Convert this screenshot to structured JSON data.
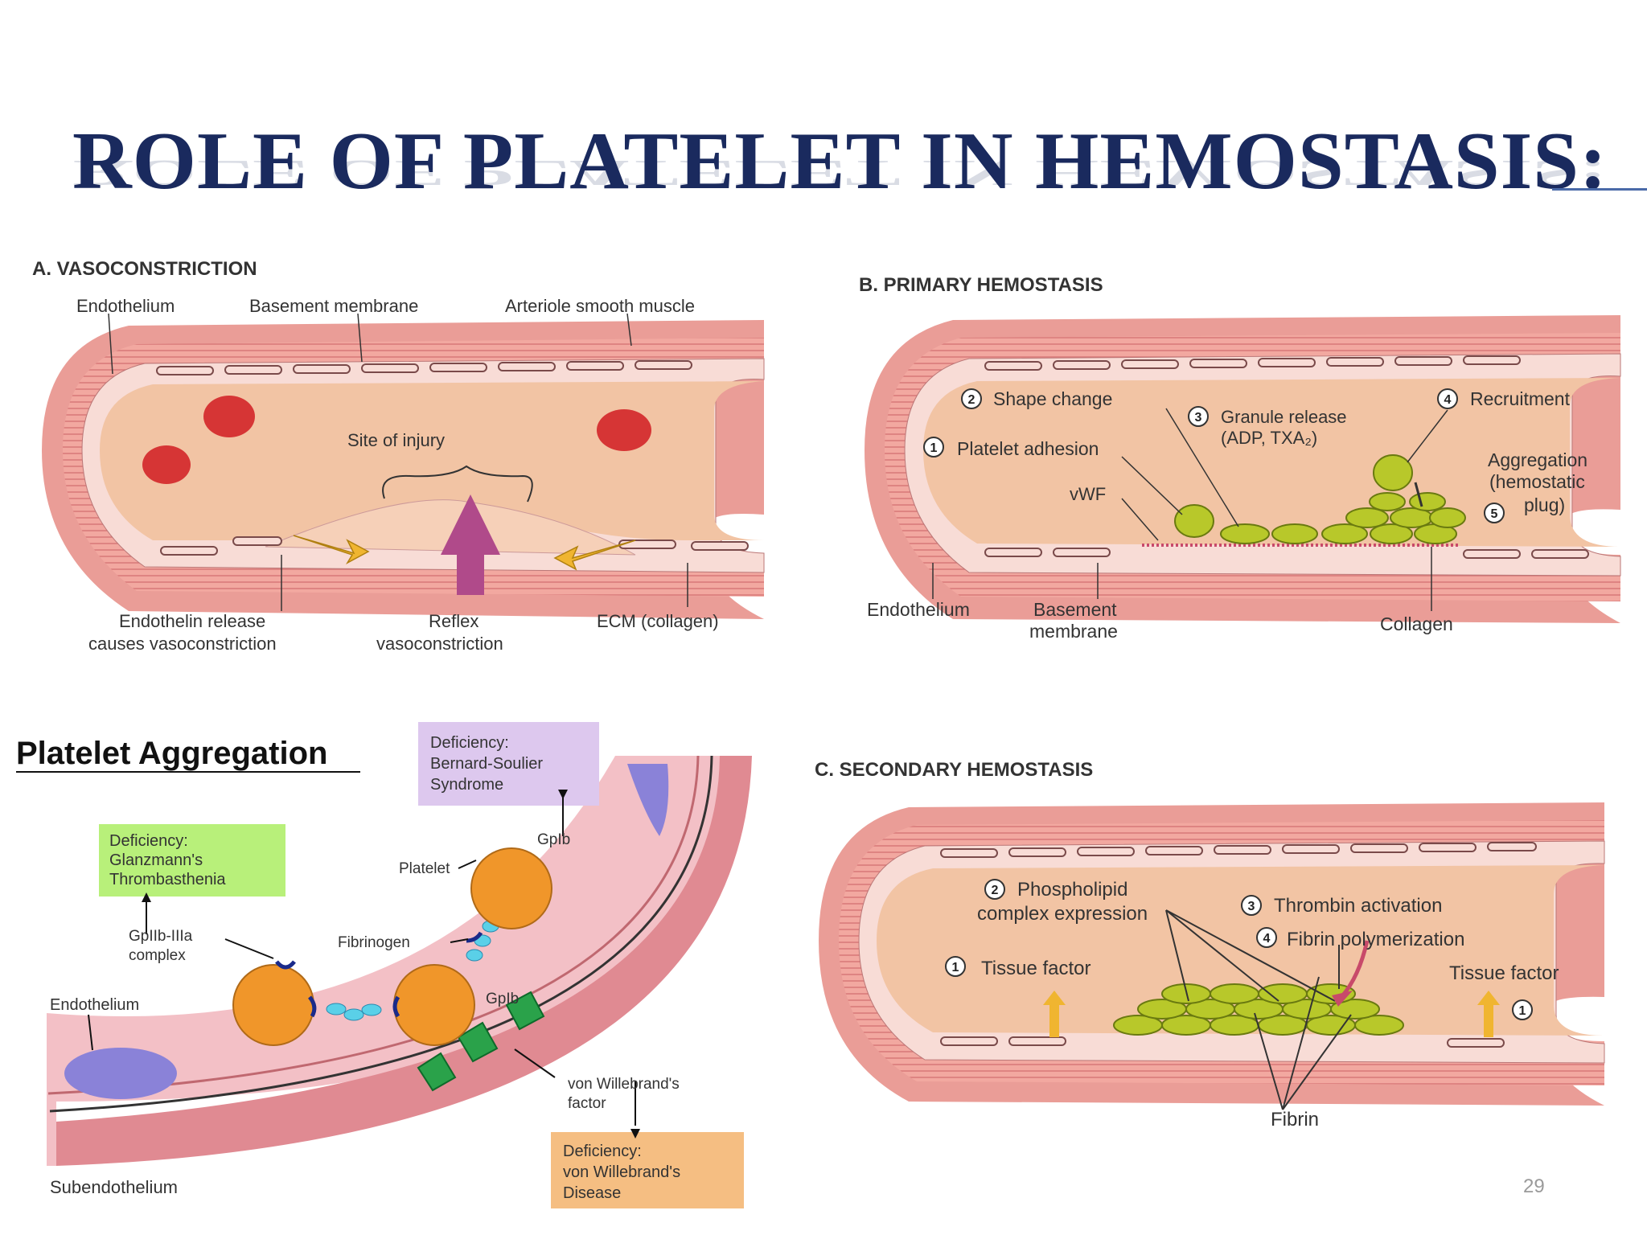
{
  "slide": {
    "title": "ROLE OF PLATELET IN HEMOSTASIS:",
    "page_number": "29"
  },
  "panel_a": {
    "heading": "A. VASOCONSTRICTION",
    "labels": {
      "endothelium": "Endothelium",
      "basement": "Basement membrane",
      "smooth_muscle": "Arteriole smooth muscle",
      "site": "Site of injury",
      "endothelin_1": "Endothelin release",
      "endothelin_2": "causes vasoconstriction",
      "reflex_1": "Reflex",
      "reflex_2": "vasoconstriction",
      "ecm": "ECM (collagen)"
    }
  },
  "panel_b": {
    "heading": "B. PRIMARY HEMOSTASIS",
    "steps": {
      "s1": "Platelet adhesion",
      "s2": "Shape change",
      "s3a": "Granule release",
      "s3b": "(ADP, TXA₂)",
      "s4": "Recruitment",
      "s5a": "Aggregation",
      "s5b": "(hemostatic",
      "s5c": "plug)"
    },
    "labels": {
      "vwf": "vWF",
      "endothelium": "Endothelium",
      "basement_1": "Basement",
      "basement_2": "membrane",
      "collagen": "Collagen"
    }
  },
  "panel_c": {
    "heading": "C. SECONDARY HEMOSTASIS",
    "steps": {
      "s1": "Tissue factor",
      "s2a": "Phospholipid",
      "s2b": "complex expression",
      "s3": "Thrombin activation",
      "s4": "Fibrin polymerization",
      "s1_right": "Tissue factor"
    },
    "labels": {
      "fibrin": "Fibrin"
    }
  },
  "panel_d": {
    "heading": "Platelet Aggregation",
    "boxes": {
      "glanzmann_1": "Deficiency:",
      "glanzmann_2": "Glanzmann's",
      "glanzmann_3": "Thrombasthenia",
      "bernard_1": "Deficiency:",
      "bernard_2": "Bernard-Soulier",
      "bernard_3": "Syndrome",
      "vwd_1": "Deficiency:",
      "vwd_2": "von Willebrand's",
      "vwd_3": "Disease"
    },
    "labels": {
      "gpiib_1": "GpIIb-IIIa",
      "gpiib_2": "complex",
      "platelet": "Platelet",
      "gpib_top": "GpIb",
      "fibrinogen": "Fibrinogen",
      "gpib_mid": "GpIb",
      "endothelium": "Endothelium",
      "vwf_1": "von Willebrand's",
      "vwf_2": "factor",
      "subendothelium": "Subendothelium"
    }
  },
  "colors": {
    "title": "#1a2a5e",
    "vessel_outer": "#e79a94",
    "vessel_lumen": "#f2c0a0",
    "rbc": "#d83a3a",
    "platelet_green": "#b8c82a",
    "platelet_orange": "#f0962a",
    "arrow_magenta": "#b04a8a",
    "box_green": "#b8f07a",
    "box_purple": "#ddc8ee",
    "box_orange": "#f5be82"
  }
}
